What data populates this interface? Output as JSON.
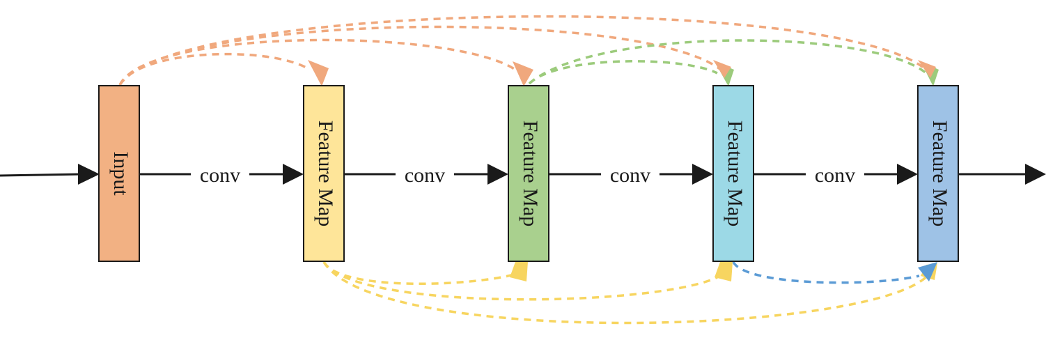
{
  "blocks": [
    {
      "id": "input",
      "label": "Input",
      "color": "#F2B183"
    },
    {
      "id": "fm1",
      "label": "Feature Map",
      "color": "#FEE599"
    },
    {
      "id": "fm2",
      "label": "Feature Map",
      "color": "#A9D08E"
    },
    {
      "id": "fm3",
      "label": "Feature Map",
      "color": "#9CD9E6"
    },
    {
      "id": "fm4",
      "label": "Feature Map",
      "color": "#9EC2E6"
    }
  ],
  "edges": [
    {
      "label": "conv"
    },
    {
      "label": "conv"
    },
    {
      "label": "conv"
    },
    {
      "label": "conv"
    }
  ],
  "skip_colors": {
    "input": "#F0A87D",
    "fm1": "#F7D560",
    "fm2": "#9CCB7C",
    "fm3": "#5B9BD5"
  }
}
